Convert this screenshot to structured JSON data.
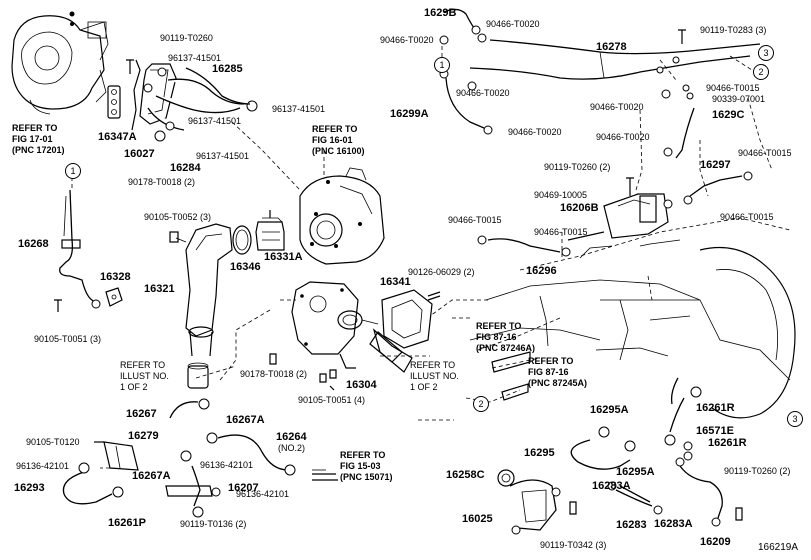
{
  "figure_id": "166219A",
  "part_labels": [
    {
      "text": "1629B"
    },
    {
      "text": "90466-T0020"
    },
    {
      "text": "90466-T0020"
    },
    {
      "text": "16278"
    },
    {
      "text": "90119-T0283 (3)"
    },
    {
      "text": "90466-T0020"
    },
    {
      "text": "90466-T0015"
    },
    {
      "text": "90466-T0020"
    },
    {
      "text": "90339-07001"
    },
    {
      "text": "16299A"
    },
    {
      "text": "90466-T0020"
    },
    {
      "text": "1629C"
    },
    {
      "text": "90466-T0020"
    },
    {
      "text": "90119-T0260 (2)"
    },
    {
      "text": "90466-T0015"
    },
    {
      "text": "16297"
    },
    {
      "text": "90469-10005"
    },
    {
      "text": "16206B"
    },
    {
      "text": "90466-T0015"
    },
    {
      "text": "90466-T0015"
    },
    {
      "text": "90466-T0015"
    },
    {
      "text": "16296"
    },
    {
      "text": "90119-T0260"
    },
    {
      "text": "96137-41501"
    },
    {
      "text": "16285"
    },
    {
      "text": "96137-41501"
    },
    {
      "text": "96137-41501"
    },
    {
      "text": "16347A"
    },
    {
      "text": "16027"
    },
    {
      "text": "16284"
    },
    {
      "text": "96137-41501"
    },
    {
      "text": "90178-T0018 (2)"
    },
    {
      "text": "90105-T0052 (3)"
    },
    {
      "text": "16268"
    },
    {
      "text": "16328"
    },
    {
      "text": "90105-T0051 (3)"
    },
    {
      "text": "16321"
    },
    {
      "text": "16346"
    },
    {
      "text": "16331A"
    },
    {
      "text": "90126-06029 (2)"
    },
    {
      "text": "16341"
    },
    {
      "text": "90178-T0018 (2)"
    },
    {
      "text": "16304"
    },
    {
      "text": "90105-T0051 (4)"
    },
    {
      "text": "16267"
    },
    {
      "text": "16267A"
    },
    {
      "text": "90105-T0120"
    },
    {
      "text": "16279"
    },
    {
      "text": "16264"
    },
    {
      "text": "(NO.2)"
    },
    {
      "text": "96136-42101"
    },
    {
      "text": "16267A"
    },
    {
      "text": "96136-42101"
    },
    {
      "text": "16293"
    },
    {
      "text": "16207"
    },
    {
      "text": "96136-42101"
    },
    {
      "text": "16261P"
    },
    {
      "text": "90119-T0136 (2)"
    },
    {
      "text": "16295A"
    },
    {
      "text": "16261R"
    },
    {
      "text": "16571E"
    },
    {
      "text": "16261R"
    },
    {
      "text": "16295"
    },
    {
      "text": "16295A"
    },
    {
      "text": "90119-T0260 (2)"
    },
    {
      "text": "16258C"
    },
    {
      "text": "16283A"
    },
    {
      "text": "16025"
    },
    {
      "text": "16283"
    },
    {
      "text": "16283A"
    },
    {
      "text": "16209"
    },
    {
      "text": "90119-T0342 (3)"
    }
  ],
  "notes": [
    {
      "lines": [
        "REFER TO",
        "FIG 17-01",
        "(PNC 17201)"
      ]
    },
    {
      "lines": [
        "REFER TO",
        "FIG 16-01",
        "(PNC 16100)"
      ]
    },
    {
      "lines": [
        "REFER TO",
        "ILLUST NO.",
        "1 OF 2"
      ]
    },
    {
      "lines": [
        "REFER TO",
        "ILLUST NO.",
        "1 OF 2"
      ]
    },
    {
      "lines": [
        "REFER TO",
        "FIG 87-16",
        "(PNC 87246A)"
      ]
    },
    {
      "lines": [
        "REFER TO",
        "FIG 87-16",
        "(PNC 87245A)"
      ]
    },
    {
      "lines": [
        "REFER TO",
        "FIG 15-03",
        "(PNC 15071)"
      ]
    }
  ],
  "callouts": [
    {
      "text": "1"
    },
    {
      "text": "1"
    },
    {
      "text": "2"
    },
    {
      "text": "2"
    },
    {
      "text": "3"
    },
    {
      "text": "3"
    }
  ]
}
